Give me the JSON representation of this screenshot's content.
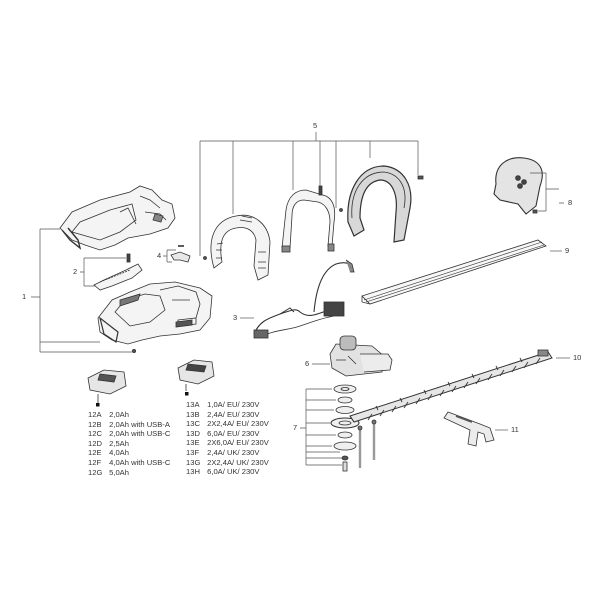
{
  "diagram": {
    "type": "exploded-parts-diagram",
    "subject": "cordless hedge trimmer",
    "callouts": [
      {
        "id": "1",
        "label": "1",
        "part": "housing-set"
      },
      {
        "id": "2",
        "label": "2",
        "part": "switch-lever-with-spring"
      },
      {
        "id": "3",
        "label": "3",
        "part": "wiring-harness-with-switch"
      },
      {
        "id": "4",
        "label": "4",
        "part": "lock-button-with-spring"
      },
      {
        "id": "5",
        "label": "5",
        "part": "front-handle-set"
      },
      {
        "id": "6",
        "label": "6",
        "part": "gear-motor-unit"
      },
      {
        "id": "7",
        "label": "7",
        "part": "washers-and-bolts-set"
      },
      {
        "id": "8",
        "label": "8",
        "part": "hand-guard"
      },
      {
        "id": "9",
        "label": "9",
        "part": "blade-cover"
      },
      {
        "id": "10",
        "label": "10",
        "part": "blade"
      },
      {
        "id": "11",
        "label": "11",
        "part": "blade-tip-guard"
      }
    ],
    "batteries": {
      "items": [
        {
          "code": "12A",
          "desc": "2,0Ah"
        },
        {
          "code": "12B",
          "desc": "2,0Ah with USB-A"
        },
        {
          "code": "12C",
          "desc": "2,0Ah with USB-C"
        },
        {
          "code": "12D",
          "desc": "2,5Ah"
        },
        {
          "code": "12E",
          "desc": "4,0Ah"
        },
        {
          "code": "12F",
          "desc": "4,0Ah with USB-C"
        },
        {
          "code": "12G",
          "desc": "5,0Ah"
        }
      ]
    },
    "chargers": {
      "items": [
        {
          "code": "13A",
          "desc": "1,0A/ EU/ 230V"
        },
        {
          "code": "13B",
          "desc": "2,4A/ EU/ 230V"
        },
        {
          "code": "13C",
          "desc": "2X2,4A/ EU/ 230V"
        },
        {
          "code": "13D",
          "desc": "6,0A/ EU/ 230V"
        },
        {
          "code": "13E",
          "desc": "2X6,0A/ EU/ 230V"
        },
        {
          "code": "13F",
          "desc": "2,4A/ UK/ 230V"
        },
        {
          "code": "13G",
          "desc": "2X2,4A/ UK/ 230V"
        },
        {
          "code": "13H",
          "desc": "6,0A/ UK/ 230V"
        }
      ]
    }
  }
}
